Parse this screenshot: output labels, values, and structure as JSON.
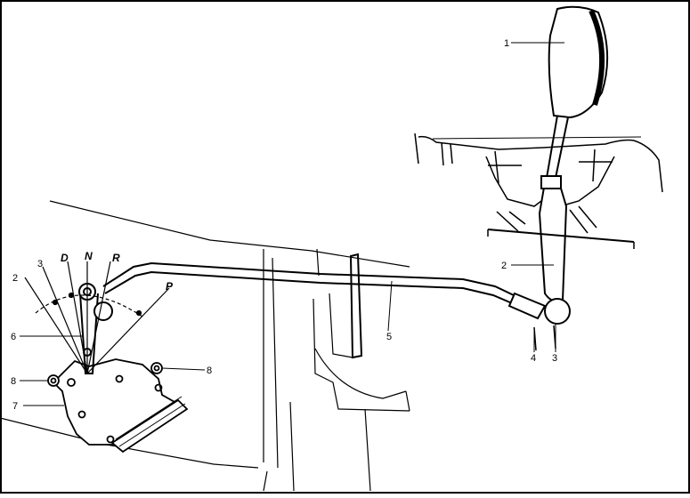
{
  "diagram": {
    "callouts": [
      {
        "id": "1",
        "label": "1"
      },
      {
        "id": "2-rod",
        "label": "2"
      },
      {
        "id": "5",
        "label": "5"
      },
      {
        "id": "4",
        "label": "4"
      },
      {
        "id": "3-pivot",
        "label": "3"
      },
      {
        "id": "2-detent",
        "label": "2"
      },
      {
        "id": "3-detent",
        "label": "3"
      },
      {
        "id": "6",
        "label": "6"
      },
      {
        "id": "7",
        "label": "7"
      },
      {
        "id": "8-left",
        "label": "8"
      },
      {
        "id": "8-right",
        "label": "8"
      }
    ],
    "positions": [
      {
        "id": "D",
        "label": "D"
      },
      {
        "id": "N",
        "label": "N"
      },
      {
        "id": "R",
        "label": "R"
      },
      {
        "id": "P",
        "label": "P"
      }
    ]
  }
}
